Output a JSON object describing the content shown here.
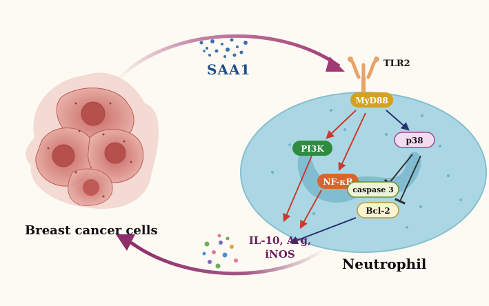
{
  "labels": {
    "saa1": "SAA1",
    "tlr2": "TLR2",
    "myd88": "MyD88",
    "pi3k": "PI3K",
    "p38": "p38",
    "nfkb": "NF-κB",
    "caspase3": "caspase 3",
    "bcl2": "Bcl-2",
    "cytokines_line1": "IL-10, Arg,",
    "cytokines_line2": "iNOS",
    "breast_cancer": "Breast cancer cells",
    "neutrophil": "Neutrophil"
  },
  "colors": {
    "arrow_top": "#a13a74",
    "arrow_bottom": "#8e2f6a",
    "saa1_text": "#1e4f8c",
    "cell_fill": "#aad7e3",
    "cell_border": "#86bfcf",
    "nucleus": "#5fa6c1",
    "myd88": "#d4a21f",
    "pi3k": "#2e8b3f",
    "nfkb": "#d9652a",
    "p38": "#f3dcef",
    "caspase3": "#eef4d6",
    "bcl2": "#fbf3d2",
    "red_arrow": "#c73b2f",
    "navy_arrow": "#2a2f70",
    "tumor": "#c8625e"
  }
}
